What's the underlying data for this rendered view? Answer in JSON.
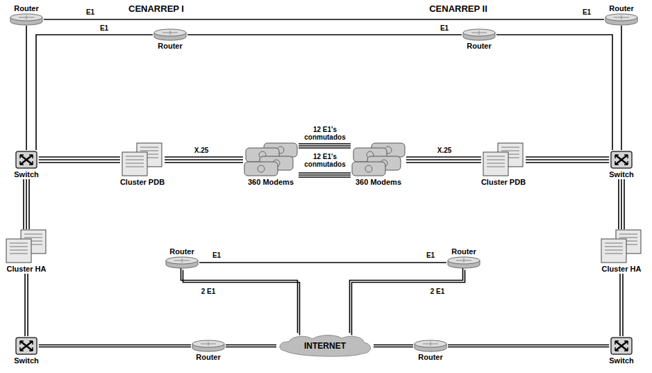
{
  "diagram": {
    "nodes": [
      {
        "text": [
          "Router"
        ]
      },
      {
        "text": [
          "Router"
        ]
      },
      {
        "text": [
          "Router"
        ]
      },
      {
        "text": [
          "Router"
        ]
      },
      {
        "text": [
          "Switch"
        ]
      },
      {
        "text": [
          "Cluster PDB"
        ]
      },
      {
        "text": [
          "360 Modems"
        ]
      },
      {
        "text": [
          "360 Modems"
        ]
      },
      {
        "text": [
          "Cluster PDB"
        ]
      },
      {
        "text": [
          "Switch"
        ]
      },
      {
        "text": [
          "Cluster HA"
        ]
      },
      {
        "text": [
          "Cluster HA"
        ]
      },
      {
        "text": [
          "Router"
        ]
      },
      {
        "text": [
          "Router"
        ]
      },
      {
        "text": [
          "Switch"
        ]
      },
      {
        "text": [
          "Router"
        ]
      },
      {
        "text": [
          "INTERNET"
        ]
      },
      {
        "text": [
          "Router"
        ]
      },
      {
        "text": [
          "Switch"
        ]
      }
    ],
    "edges": [
      {
        "from": 0,
        "to": 1,
        "arrow": "none",
        "label": "E1"
      },
      {
        "from": 0,
        "to": 4,
        "arrow": "none"
      },
      {
        "from": 1,
        "to": 9,
        "arrow": "none"
      },
      {
        "from": 4,
        "to": 2,
        "arrow": "none",
        "label": "E1"
      },
      {
        "from": 2,
        "to": 3,
        "arrow": "none",
        "label": "E1"
      },
      {
        "from": 3,
        "to": 9,
        "arrow": "none"
      },
      {
        "from": 4,
        "to": 5,
        "arrow": "none"
      },
      {
        "from": 5,
        "to": 6,
        "arrow": "none",
        "label": "X.25"
      },
      {
        "from": 6,
        "to": 7,
        "arrow": "none",
        "label": "12 E1's conmutados"
      },
      {
        "from": 6,
        "to": 7,
        "arrow": "none",
        "label": "12 E1's conmutados"
      },
      {
        "from": 7,
        "to": 8,
        "arrow": "none",
        "label": "X.25"
      },
      {
        "from": 8,
        "to": 9,
        "arrow": "none"
      },
      {
        "from": 4,
        "to": 10,
        "arrow": "none"
      },
      {
        "from": 9,
        "to": 11,
        "arrow": "none"
      },
      {
        "from": 10,
        "to": 14,
        "arrow": "none"
      },
      {
        "from": 11,
        "to": 18,
        "arrow": "none"
      },
      {
        "from": 14,
        "to": 15,
        "arrow": "none"
      },
      {
        "from": 15,
        "to": 16,
        "arrow": "none"
      },
      {
        "from": 16,
        "to": 17,
        "arrow": "none"
      },
      {
        "from": 17,
        "to": 18,
        "arrow": "none"
      },
      {
        "from": 12,
        "to": 13,
        "arrow": "none",
        "label": "E1"
      },
      {
        "from": 12,
        "to": 16,
        "arrow": "none",
        "label": "2 E1"
      },
      {
        "from": 13,
        "to": 16,
        "arrow": "none",
        "label": "2 E1"
      }
    ],
    "labels": [
      "CENARREP I",
      "CENARREP II",
      "E1",
      "E1"
    ]
  }
}
